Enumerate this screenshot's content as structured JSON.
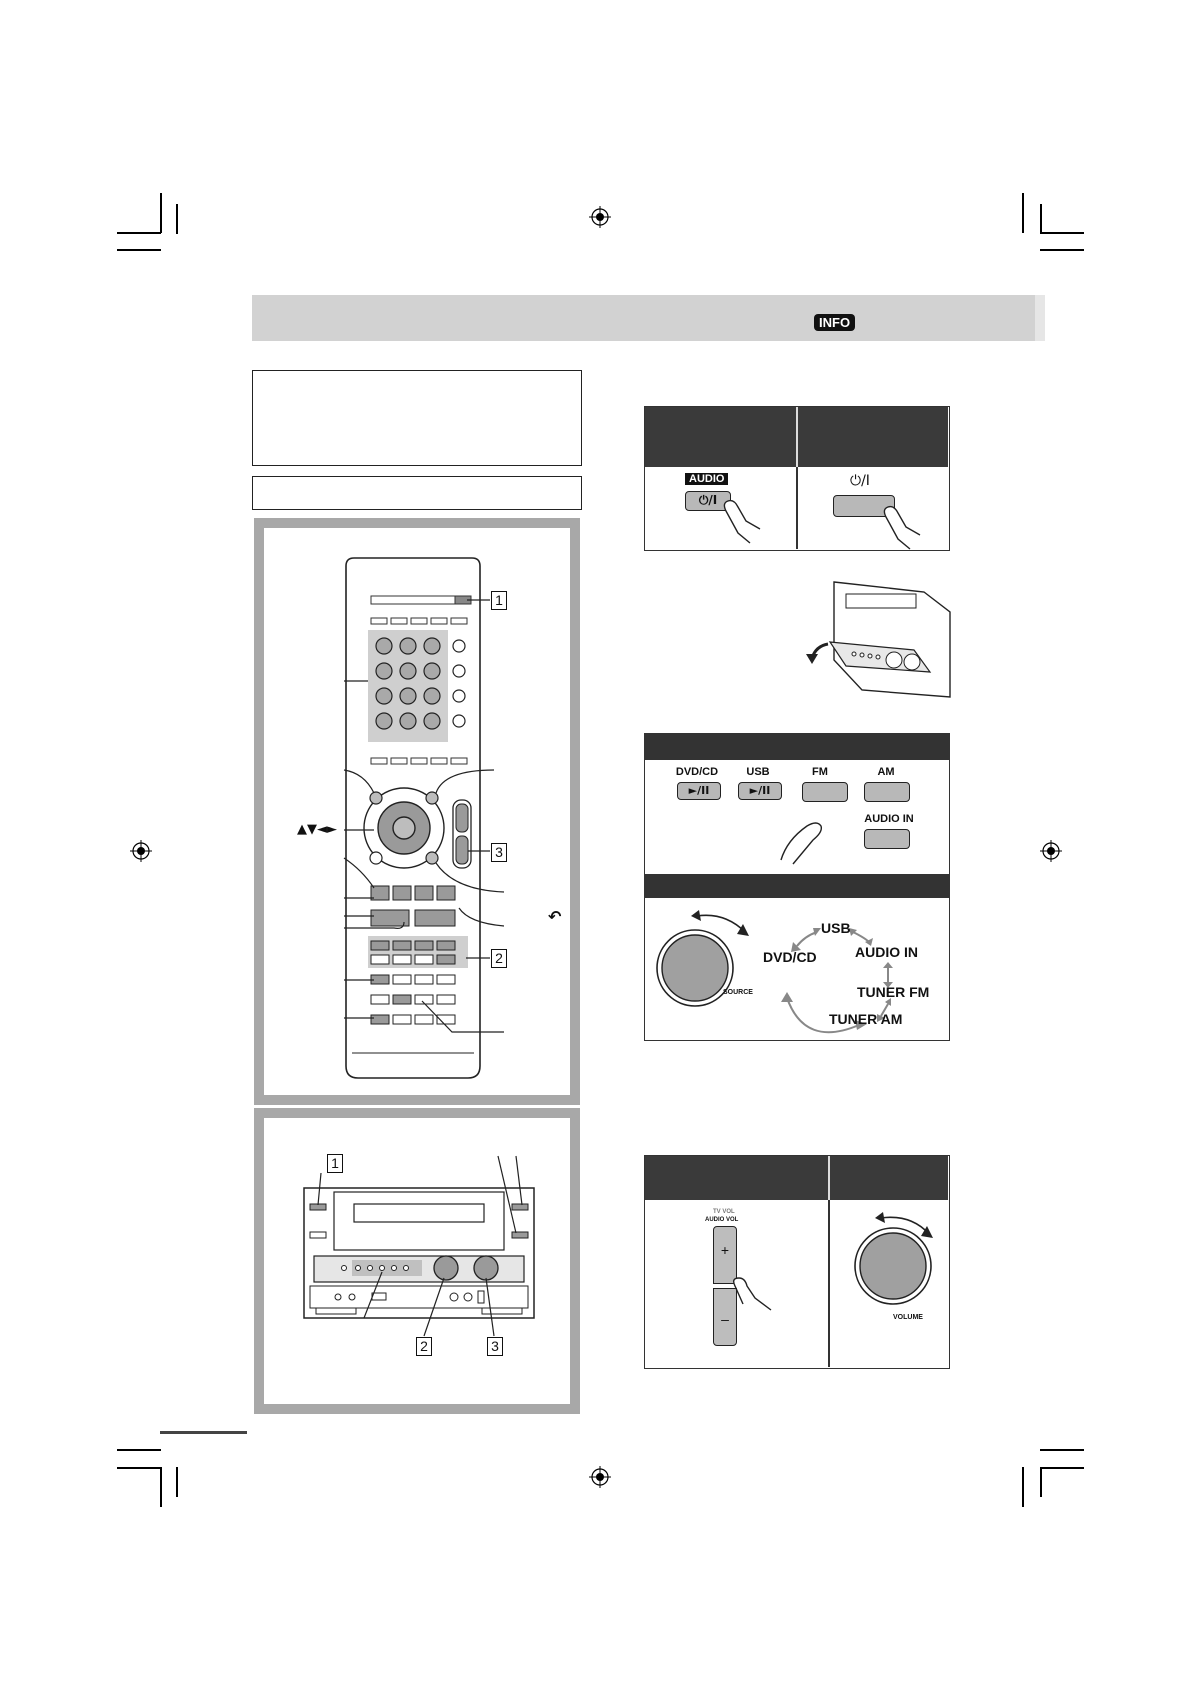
{
  "header": {
    "badge": "INFO"
  },
  "power_table": {
    "remote_badge": "AUDIO",
    "remote_button_symbol": "⏻/I",
    "unit_button_symbol": "⏻/I"
  },
  "source_buttons": {
    "dvdcd": "DVD/CD",
    "usb": "USB",
    "fm": "FM",
    "am": "AM",
    "audio_in": "AUDIO IN",
    "play_pause_symbol": "►/II"
  },
  "source_cycle": {
    "knob_label": "SOURCE",
    "items": [
      "USB",
      "AUDIO IN",
      "TUNER FM",
      "TUNER AM",
      "DVD/CD"
    ]
  },
  "volume_table": {
    "tv_vol": "TV VOL",
    "audio_vol": "AUDIO VOL",
    "plus": "+",
    "minus": "–",
    "knob_label": "VOLUME"
  },
  "remote_callouts": {
    "c1": "1",
    "c2": "2",
    "c3": "3",
    "cursor_arrows": "▲▼◄►",
    "return_symbol": "↶"
  },
  "unit_callouts": {
    "c1": "1",
    "c2": "2",
    "c3": "3"
  }
}
